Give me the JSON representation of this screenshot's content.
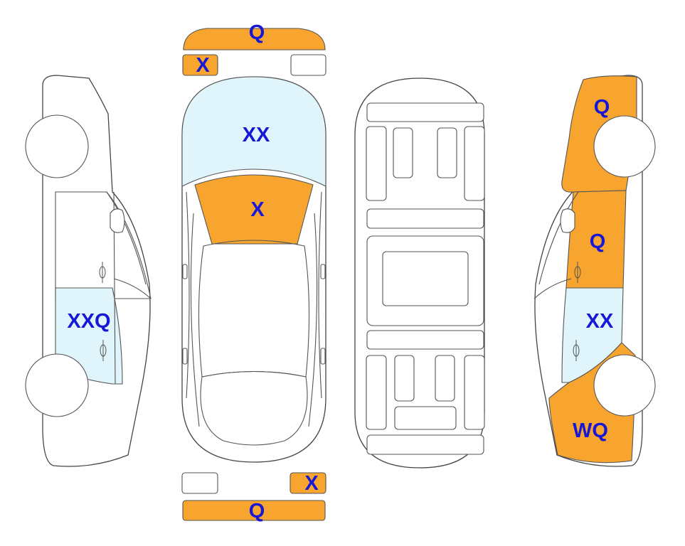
{
  "colors": {
    "damaged": "#F7A52E",
    "glass_marked": "#DFF5FB",
    "label_text": "#1717D6",
    "outline": "#444444"
  },
  "labels": {
    "front_bumper": "Q",
    "front_left_lamp": "X",
    "windshield": "XX",
    "hood": "X",
    "rear_right_lamp": "X",
    "rear_bumper": "Q",
    "left_rear_door_glass": "XXQ",
    "right_front_fender": "Q",
    "right_front_door": "Q",
    "right_rear_door_glass": "XX",
    "right_rear_quarter": "WQ"
  }
}
